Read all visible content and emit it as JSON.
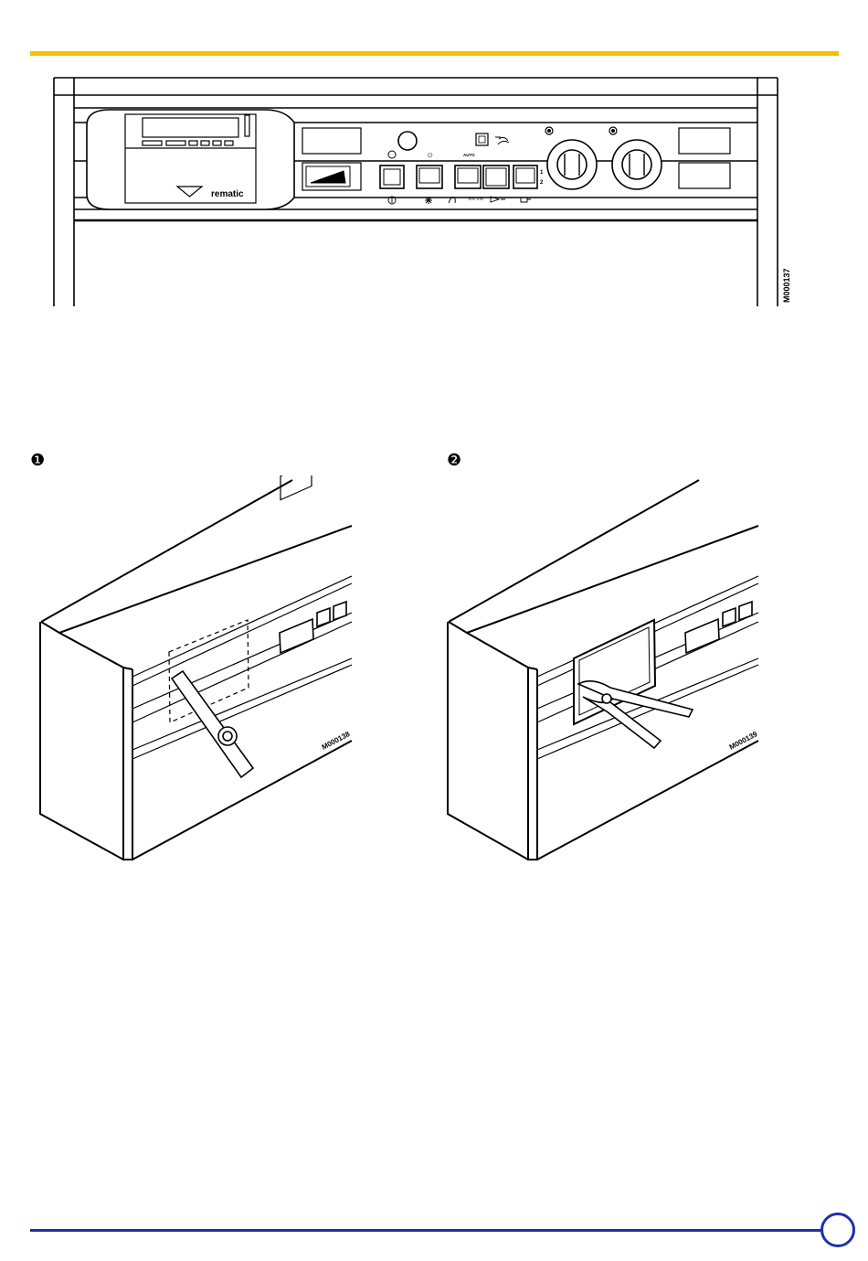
{
  "colors": {
    "header_rule": "#f5c000",
    "footer_rule": "#1c2fb0",
    "ink": "#000000",
    "panel_shade": "#f2f2f2"
  },
  "top_figure": {
    "brand": "rematic",
    "auto_label": "AUTO",
    "stage_labels": [
      "1",
      "2"
    ],
    "test_label": "TEST STB",
    "figure_code": "M000137"
  },
  "steps": [
    {
      "number": "❶",
      "figure_code": "M000138"
    },
    {
      "number": "❷",
      "figure_code": "M000139"
    }
  ],
  "page_number": ""
}
